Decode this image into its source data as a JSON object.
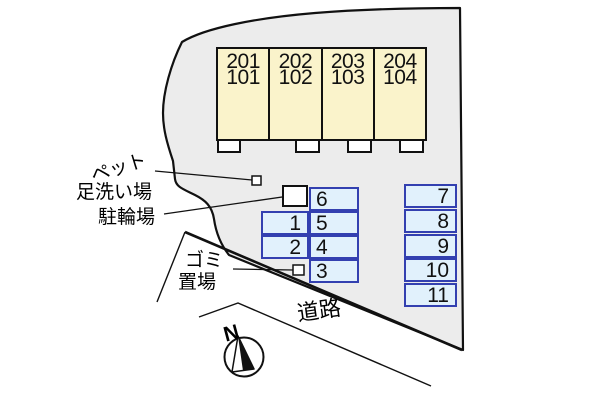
{
  "site_plan": {
    "building": {
      "units": [
        {
          "upper": "201",
          "lower": "101"
        },
        {
          "upper": "202",
          "lower": "102"
        },
        {
          "upper": "203",
          "lower": "103"
        },
        {
          "upper": "204",
          "lower": "104"
        }
      ]
    },
    "parking": {
      "middle_block": {
        "left_column": [
          "1",
          "2"
        ],
        "right_column": [
          "6",
          "5",
          "4",
          "3"
        ]
      },
      "right_block": [
        "7",
        "8",
        "9",
        "10",
        "11"
      ]
    },
    "labels": {
      "pet": "ペット",
      "foot_wash": "足洗い場",
      "bicycle_parking": "駐輪場",
      "garbage_line1": "ゴミ",
      "garbage_line2": "置場",
      "road": "道路",
      "north": "N"
    },
    "colors": {
      "site_fill": "#ececec",
      "building_fill": "#faf3cb",
      "parking_fill": "#e1f1fc",
      "parking_border": "#3340b0",
      "line": "#111111"
    }
  }
}
